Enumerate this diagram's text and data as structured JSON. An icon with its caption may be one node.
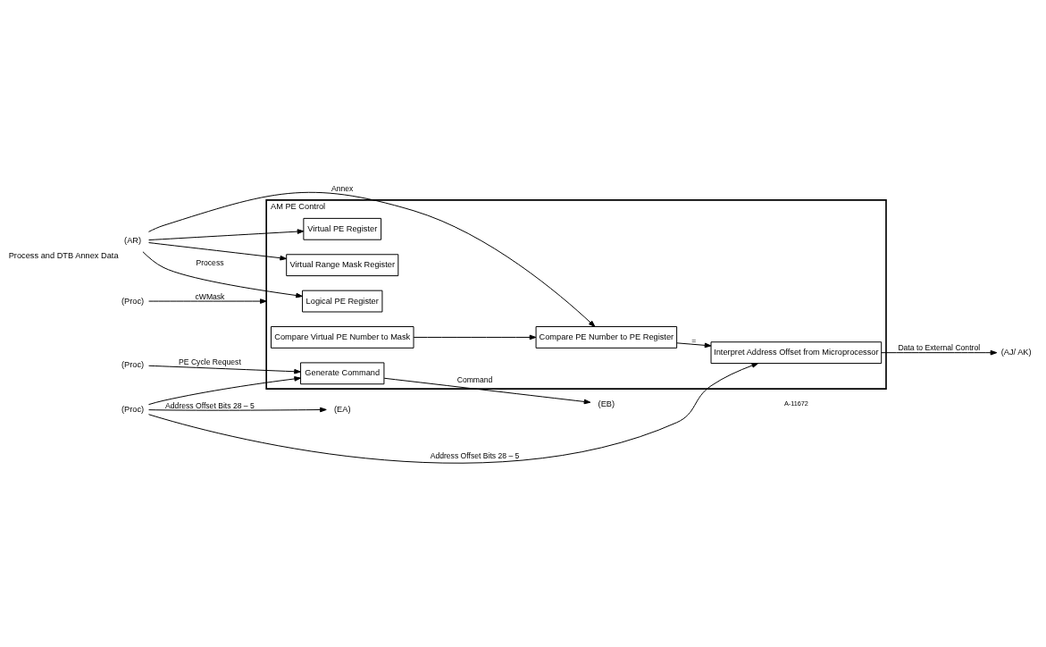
{
  "diagram": {
    "nodes": [
      {
        "text": [
          "AM PE Control"
        ]
      },
      {
        "text": [
          "(AR)"
        ],
        "beside": [
          "Process and DTB Annex Data"
        ]
      },
      {
        "text": [
          "Logical PE Register"
        ],
        "in": 0
      },
      {
        "text": [
          "Virtual PE Register"
        ],
        "in": 0
      },
      {
        "text": [
          "Virtual Range Mask Register"
        ],
        "in": 0
      },
      {
        "text": [
          "Compare Virtual PE Number to Mask"
        ],
        "in": 0
      },
      {
        "text": [
          "Compare PE Number to PE Register"
        ],
        "in": 0
      },
      {
        "text": [
          "Interpret Address Offset from Microprocessor"
        ],
        "in": 0
      },
      {
        "text": [
          "Generate Command"
        ],
        "in": 0
      },
      {
        "text": [
          "(Proc)"
        ]
      },
      {
        "text": [
          "(Proc)"
        ]
      },
      {
        "text": [
          "(Proc)"
        ]
      },
      {
        "text": [
          "(AJ/ AK)"
        ]
      },
      {
        "text": [
          "(EA)"
        ]
      },
      {
        "text": [
          "(EB)"
        ]
      }
    ],
    "edges": [
      {
        "from": 1,
        "to": 2,
        "arrow": "to",
        "label": "Process"
      },
      {
        "from": 1,
        "to": 3,
        "arrow": "to"
      },
      {
        "from": 1,
        "to": 4,
        "arrow": "to"
      },
      {
        "from": 1,
        "to": 6,
        "arrow": "to",
        "label": "Annex"
      },
      {
        "from": 5,
        "to": 6,
        "arrow": "to"
      },
      {
        "from": 9,
        "to": 0,
        "arrow": "to",
        "label": "cWMask"
      },
      {
        "from": 6,
        "to": 7,
        "arrow": "to",
        "label": "="
      },
      {
        "from": 10,
        "to": 7,
        "arrow": "to",
        "label": "Address Offset Bits 28 – 5"
      },
      {
        "from": 10,
        "to": 13,
        "arrow": "to",
        "label": "Address Offset Bits 28 – 5"
      },
      {
        "from": 10,
        "to": 8,
        "arrow": "to"
      },
      {
        "from": 11,
        "to": 8,
        "arrow": "to",
        "label": "PE Cycle Request"
      },
      {
        "from": 7,
        "to": 12,
        "arrow": "to",
        "label": "Data to External Control"
      },
      {
        "from": 8,
        "to": 14,
        "arrow": "to",
        "label": "Command"
      }
    ],
    "labels": [
      "A-11672"
    ]
  }
}
